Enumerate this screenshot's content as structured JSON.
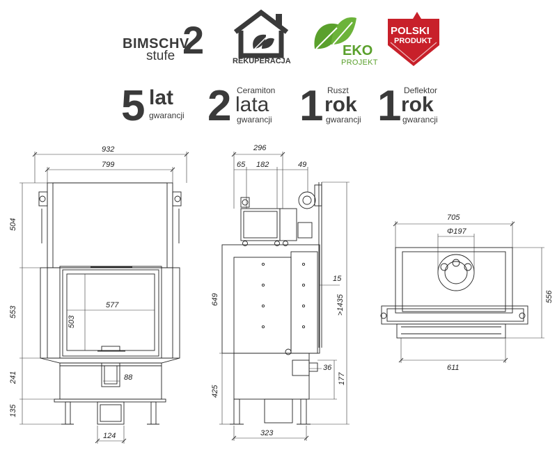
{
  "logos": {
    "bimsch_top": "BIMSCHV",
    "bimsch_bottom": "stufe",
    "bimsch_number": "2",
    "rekuperacja": "REKUPERACJA",
    "eko": "EKO",
    "projekt": "PROJEKT",
    "polski": "POLSKI",
    "produkt": "PRODUKT",
    "colors": {
      "dark": "#3a3a3a",
      "green": "#5aa02c",
      "red": "#c8202a"
    }
  },
  "warranties": [
    {
      "number": "5",
      "top": "lat",
      "bottom": "gwarancji"
    },
    {
      "number": "2",
      "top_small": "Ceramiton",
      "top": "lata",
      "bottom": "gwarancji"
    },
    {
      "number": "1",
      "top_small": "Ruszt",
      "top": "rok",
      "bottom": "gwarancji"
    },
    {
      "number": "1",
      "top_small": "Deflektor",
      "top": "rok",
      "bottom": "gwarancji"
    }
  ],
  "dimensions": {
    "front": {
      "total_width": "932",
      "inner_width": "799",
      "height_top": "504",
      "height_mid": "553",
      "height_low": "241",
      "height_leg": "135",
      "glass_width": "577",
      "glass_height": "503",
      "flue_width": "88",
      "spigot_width": "124"
    },
    "side": {
      "total_depth": "296",
      "d65": "65",
      "d182": "182",
      "d49": "49",
      "d15": "15",
      "height_649": "649",
      "height_total": ">1435",
      "height_425": "425",
      "d36": "36",
      "d177": "177",
      "base_depth": "323"
    },
    "top": {
      "width": "705",
      "diameter": "Φ197",
      "depth": "556",
      "base_width": "611"
    }
  }
}
